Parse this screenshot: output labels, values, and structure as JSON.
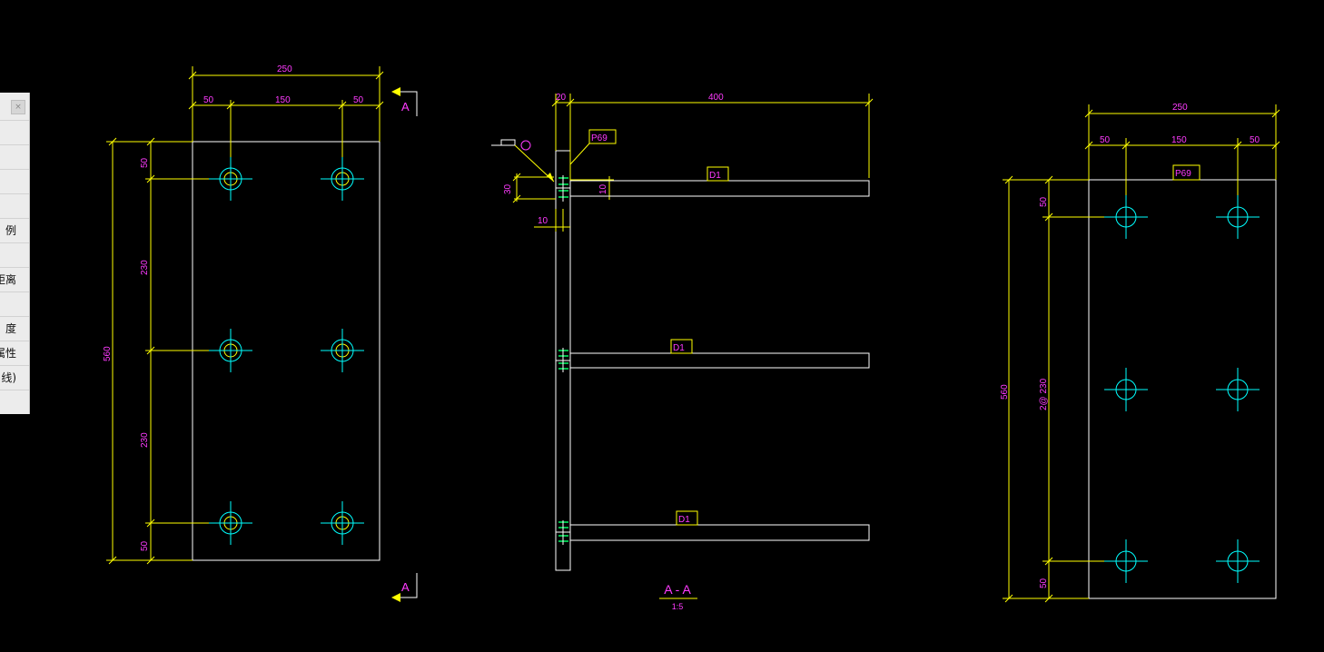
{
  "colors": {
    "background": "#000000",
    "dimension": "#ffff00",
    "outline": "#ffffff",
    "text": "#ff3bff",
    "bolt": "#00ffff",
    "weld": "#00ff66",
    "panel": "#ececec"
  },
  "side_panel": {
    "close_icon": "close-icon",
    "items": [
      {
        "label": ""
      },
      {
        "label": ""
      },
      {
        "label": ""
      },
      {
        "label": ""
      },
      {
        "label": "例"
      },
      {
        "label": ""
      },
      {
        "label": "距离"
      },
      {
        "label": ""
      },
      {
        "label": "度"
      },
      {
        "label": "属性"
      },
      {
        "label": "线)"
      },
      {
        "label": ""
      }
    ]
  },
  "drawing": {
    "left_view": {
      "dims": {
        "total_width": "250",
        "seg_left": "50",
        "seg_mid": "150",
        "seg_right": "50",
        "total_height": "560",
        "row_top": "50",
        "row_mid1": "230",
        "row_mid2": "230",
        "row_bottom": "50"
      },
      "section_mark_top": "A",
      "section_mark_bottom": "A"
    },
    "section_view": {
      "dims": {
        "thickness": "20",
        "length": "400",
        "weld_h": "30",
        "weld_small": "10",
        "gap": "10"
      },
      "plate_tag": "P69",
      "member_tags": [
        "D1",
        "D1",
        "D1"
      ],
      "title": "A - A",
      "scale": "1:5"
    },
    "right_view": {
      "dims": {
        "total_width": "250",
        "seg_left": "50",
        "seg_mid": "150",
        "seg_right": "50",
        "total_height": "560",
        "row_top": "50",
        "row_mid": "2@ 230",
        "row_bottom": "50"
      },
      "plate_tag": "P69"
    }
  }
}
